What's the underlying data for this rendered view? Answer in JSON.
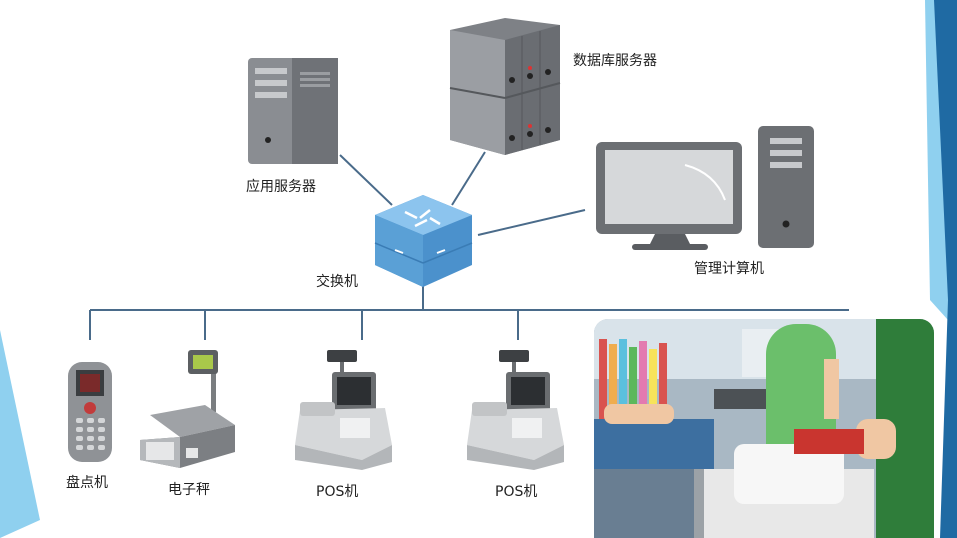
{
  "diagram": {
    "nodes": {
      "db_server": "数据库服务器",
      "app_server": "应用服务器",
      "mgmt_pc": "管理计算机",
      "switch": "交换机",
      "inventory": "盘点机",
      "scale": "电子秤",
      "pos1": "POS机",
      "pos2": "POS机"
    }
  },
  "colors": {
    "accent_dark": "#1f6aa3",
    "accent_light": "#8fd0ef",
    "line": "#4a6b8a",
    "switch": "#5aa0d6"
  }
}
